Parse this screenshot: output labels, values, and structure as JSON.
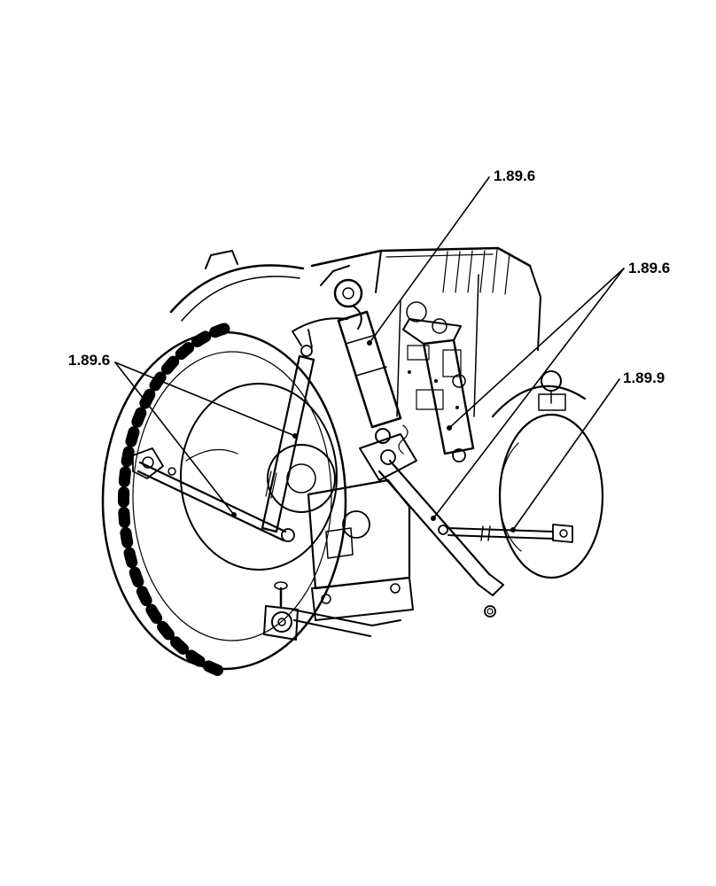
{
  "figure": {
    "name": "tractor-three-point-hitch-parts-diagram",
    "background_color": "#ffffff",
    "line_color": "#000000"
  },
  "callouts": [
    {
      "id": "top",
      "text": "1.89.6"
    },
    {
      "id": "right-upper",
      "text": "1.89.6"
    },
    {
      "id": "left",
      "text": "1.89.6"
    },
    {
      "id": "right-lower",
      "text": "1.89.9"
    }
  ]
}
